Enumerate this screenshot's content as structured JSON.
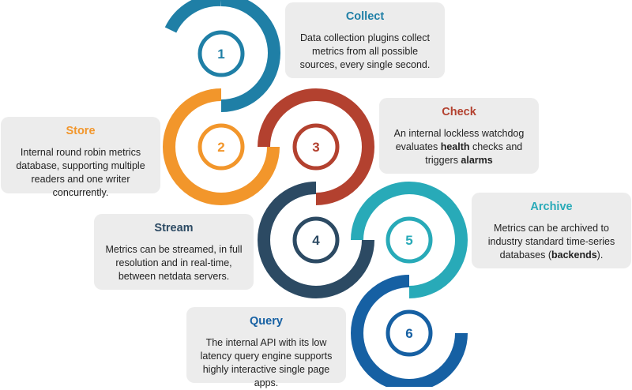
{
  "colors": {
    "step1": "#1f7fa6",
    "step2": "#f2962b",
    "step3": "#b3412f",
    "step4": "#2c4a63",
    "step5": "#28aab8",
    "step6": "#1660a3",
    "card_bg": "#ececec"
  },
  "steps": [
    {
      "number": "1",
      "title": "Collect",
      "description": "Data collection plugins collect metrics from all possible sources, every single second."
    },
    {
      "number": "2",
      "title": "Store",
      "description": "Internal round robin metrics database, supporting multiple readers and one writer concurrently."
    },
    {
      "number": "3",
      "title": "Check",
      "description_pre": "An internal lockless watchdog evaluates ",
      "description_b1": "health",
      "description_mid": " checks and triggers ",
      "description_b2": "alarms"
    },
    {
      "number": "4",
      "title": "Stream",
      "description": "Metrics can be streamed, in full resolution and in real-time, between netdata servers."
    },
    {
      "number": "5",
      "title": "Archive",
      "description_pre": "Metrics can be archived to industry standard time-series databases (",
      "description_b1": "backends",
      "description_post": ")."
    },
    {
      "number": "6",
      "title": "Query",
      "description": "The internal API with its low latency query engine supports highly interactive single page apps."
    }
  ]
}
